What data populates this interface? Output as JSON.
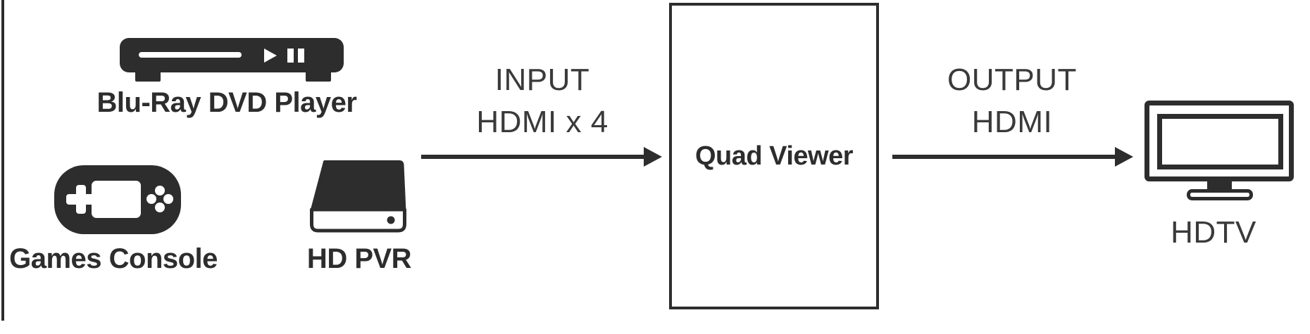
{
  "diagram": {
    "background_color": "#ffffff",
    "ink_color": "#2d2d2d",
    "sources": [
      {
        "id": "blu_ray",
        "label": "Blu-Ray DVD Player",
        "icon": "blu-ray-player-icon"
      },
      {
        "id": "games_console",
        "label": "Games Console",
        "icon": "games-console-icon"
      },
      {
        "id": "hd_pvr",
        "label": "HD PVR",
        "icon": "hd-pvr-icon"
      }
    ],
    "input_connection": {
      "line1": "INPUT",
      "line2": "HDMI x 4"
    },
    "processor": {
      "label": "Quad Viewer"
    },
    "output_connection": {
      "line1": "OUTPUT",
      "line2": "HDMI"
    },
    "display": {
      "label": "HDTV",
      "icon": "hdtv-icon"
    }
  }
}
